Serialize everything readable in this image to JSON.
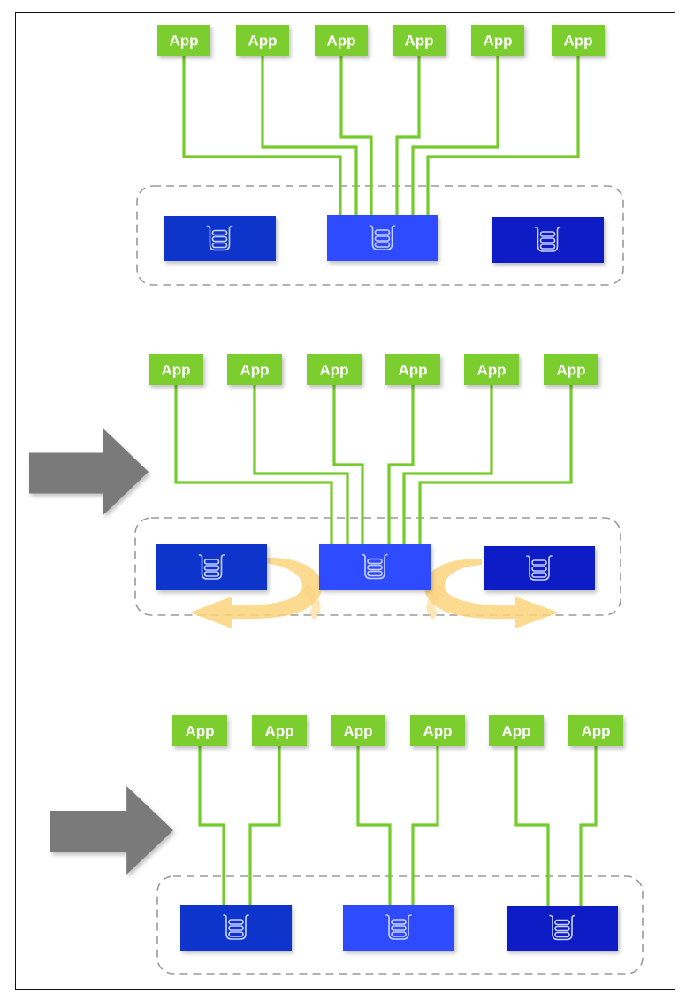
{
  "diagram": {
    "colors": {
      "app": "#7ccd2e",
      "wire": "#74cc2a",
      "queue_left": "#0a35cc",
      "queue_center": "#2f4cff",
      "queue_right": "#0a1bc4",
      "container_border": "#9a9a9a",
      "gray_arrow": "#7a7a7a",
      "rebalance_arrow": "#fcd37d",
      "queue_icon_stroke": "#c9d2ff"
    },
    "sections": [
      {
        "name": "stage-1-all-on-one-queue",
        "has_transition_arrow": false,
        "has_rebalance_arrows": false,
        "apps": [
          {
            "label": "App",
            "target_queue": "center"
          },
          {
            "label": "App",
            "target_queue": "center"
          },
          {
            "label": "App",
            "target_queue": "center"
          },
          {
            "label": "App",
            "target_queue": "center"
          },
          {
            "label": "App",
            "target_queue": "center"
          },
          {
            "label": "App",
            "target_queue": "center"
          }
        ],
        "queues": [
          {
            "position": "left",
            "icon": "queue-icon"
          },
          {
            "position": "center",
            "icon": "queue-icon"
          },
          {
            "position": "right",
            "icon": "queue-icon"
          }
        ]
      },
      {
        "name": "stage-2-rebalancing",
        "has_transition_arrow": true,
        "has_rebalance_arrows": true,
        "apps": [
          {
            "label": "App",
            "target_queue": "center"
          },
          {
            "label": "App",
            "target_queue": "center"
          },
          {
            "label": "App",
            "target_queue": "center"
          },
          {
            "label": "App",
            "target_queue": "center"
          },
          {
            "label": "App",
            "target_queue": "center"
          },
          {
            "label": "App",
            "target_queue": "center"
          }
        ],
        "queues": [
          {
            "position": "left",
            "icon": "queue-icon"
          },
          {
            "position": "center",
            "icon": "queue-icon"
          },
          {
            "position": "right",
            "icon": "queue-icon"
          }
        ]
      },
      {
        "name": "stage-3-balanced",
        "has_transition_arrow": true,
        "has_rebalance_arrows": false,
        "apps": [
          {
            "label": "App",
            "target_queue": "left"
          },
          {
            "label": "App",
            "target_queue": "left"
          },
          {
            "label": "App",
            "target_queue": "center"
          },
          {
            "label": "App",
            "target_queue": "center"
          },
          {
            "label": "App",
            "target_queue": "right"
          },
          {
            "label": "App",
            "target_queue": "right"
          }
        ],
        "queues": [
          {
            "position": "left",
            "icon": "queue-icon"
          },
          {
            "position": "center",
            "icon": "queue-icon"
          },
          {
            "position": "right",
            "icon": "queue-icon"
          }
        ]
      }
    ]
  }
}
